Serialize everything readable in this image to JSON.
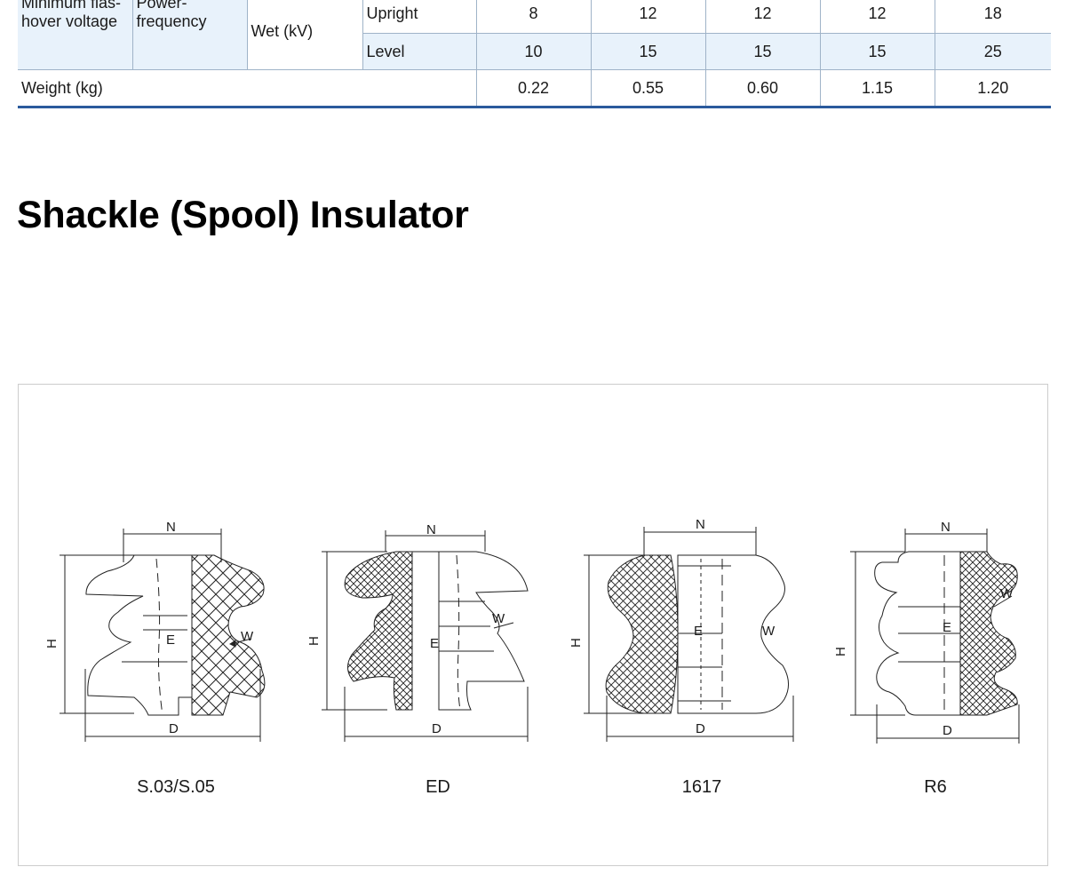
{
  "spec_table": {
    "row_label": "Minimum flas-\nhover voltage",
    "sub_label": "Power-\nfrequency",
    "condition_label": "Wet (kV)",
    "rows": [
      {
        "label": "Upright",
        "values": [
          "8",
          "12",
          "12",
          "12",
          "18"
        ]
      },
      {
        "label": "Level",
        "values": [
          "10",
          "15",
          "15",
          "15",
          "25"
        ]
      }
    ],
    "weight": {
      "label": "Weight (kg)",
      "values": [
        "0.22",
        "0.55",
        "0.60",
        "1.15",
        "1.20"
      ]
    }
  },
  "section": {
    "title": "Shackle (Spool) Insulator"
  },
  "dimension_labels": {
    "n": "N",
    "h": "H",
    "d": "D",
    "e": "E",
    "w": "W"
  },
  "drawings": [
    {
      "caption": "S.03/S.05"
    },
    {
      "caption": "ED"
    },
    {
      "caption": "1617"
    },
    {
      "caption": "R6"
    }
  ]
}
